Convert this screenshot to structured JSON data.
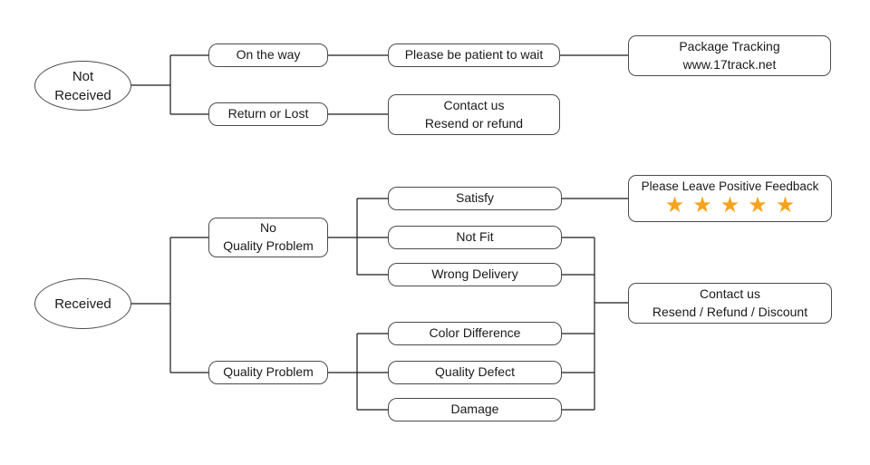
{
  "colors": {
    "background": "#ffffff",
    "line": "#1a1a1a",
    "box_border": "#4b4b4b",
    "text": "#1a1a1a",
    "star": "#f6a21c"
  },
  "nodes": {
    "not_received": {
      "label": "Not\nReceived"
    },
    "on_the_way": {
      "label": "On the way"
    },
    "please_be_patient": {
      "label": "Please be patient to wait"
    },
    "package_tracking": {
      "label": "Package Tracking\nwww.17track.net"
    },
    "return_or_lost": {
      "label": "Return or Lost"
    },
    "contact_resend_refund": {
      "label": "Contact us\nResend or refund"
    },
    "received": {
      "label": "Received"
    },
    "no_quality_problem": {
      "label": "No\nQuality Problem"
    },
    "quality_problem": {
      "label": "Quality Problem"
    },
    "satisfy": {
      "label": "Satisfy"
    },
    "not_fit": {
      "label": "Not Fit"
    },
    "wrong_delivery": {
      "label": "Wrong Delivery"
    },
    "color_difference": {
      "label": "Color Difference"
    },
    "quality_defect": {
      "label": "Quality Defect"
    },
    "damage": {
      "label": "Damage"
    },
    "positive_feedback": {
      "label": "Please Leave Positive Feedback",
      "star_count": 5,
      "star_glyph": "★"
    },
    "contact_resend_refund_discount": {
      "label": "Contact us\nResend / Refund / Discount"
    }
  }
}
